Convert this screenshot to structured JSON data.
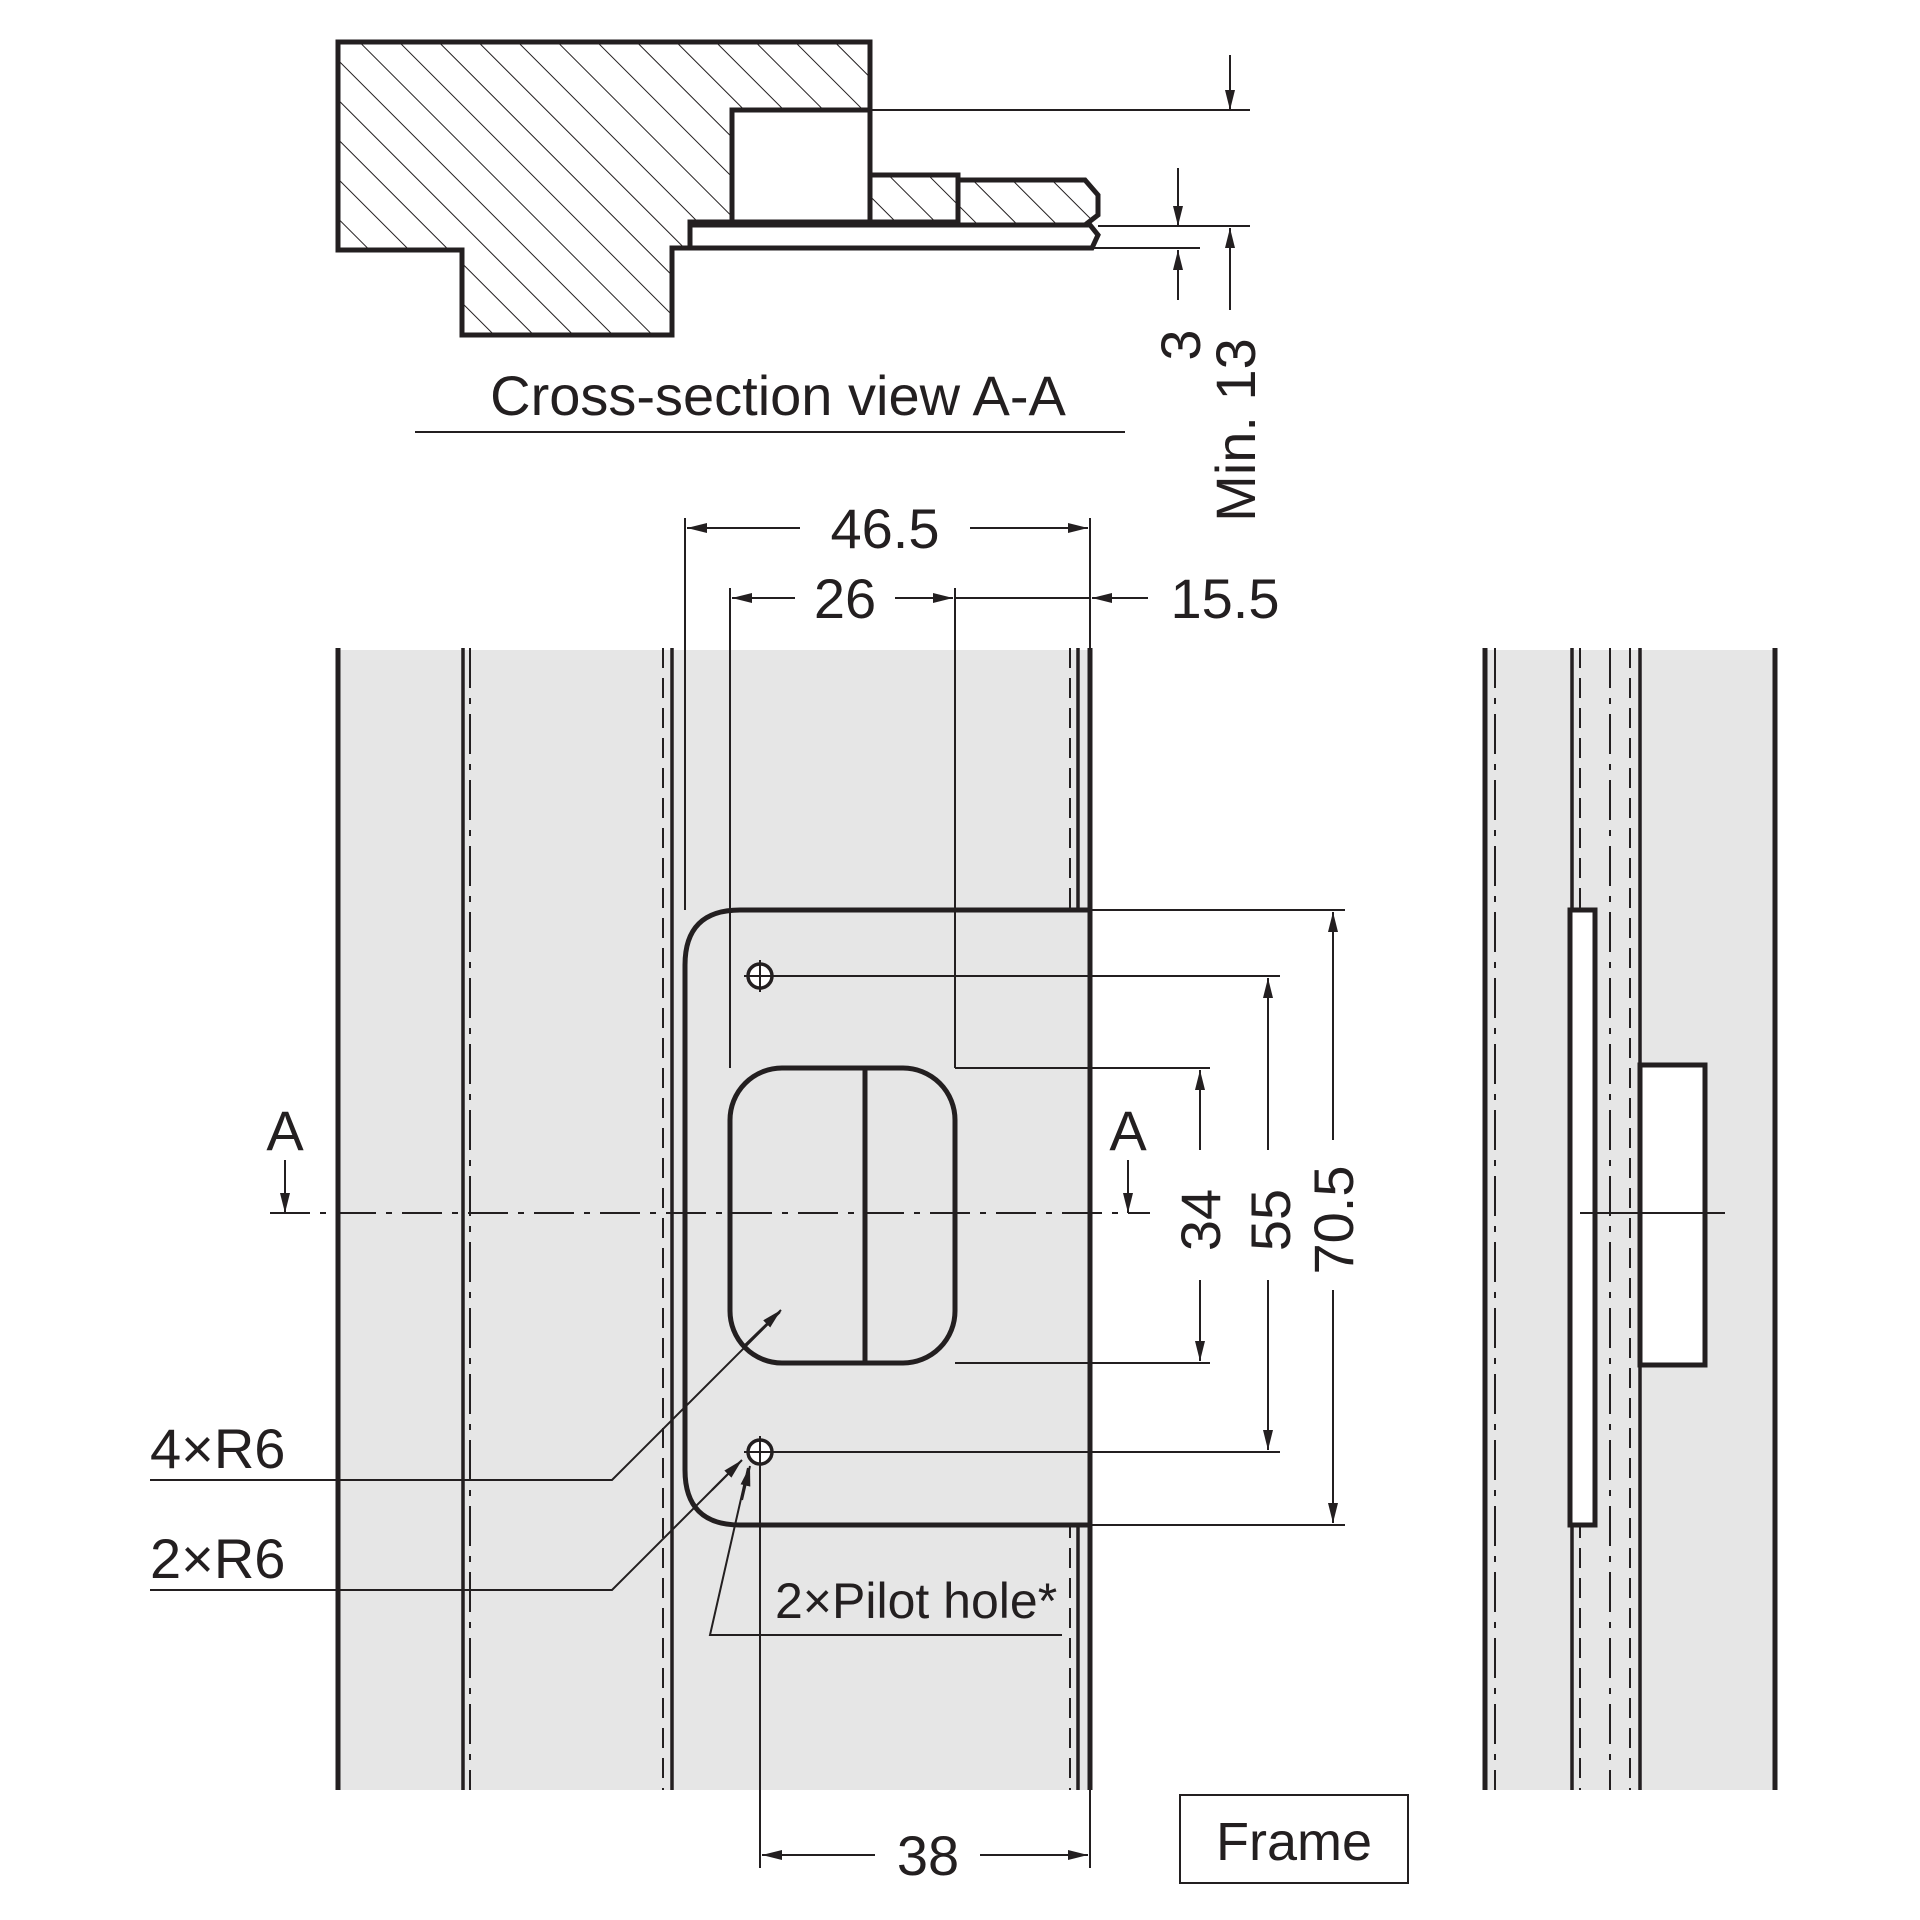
{
  "section": {
    "title": "Cross-section view A-A",
    "dim_depth": "3",
    "dim_min_depth": "Min. 13"
  },
  "front_view": {
    "dim_width_total": "46.5",
    "dim_width_slot": "26",
    "dim_edge_offset": "15.5",
    "dim_slot_height": "34",
    "dim_hole_spacing": "55",
    "dim_plate_height": "70.5",
    "dim_hole_offset": "38",
    "section_mark_left": "A",
    "section_mark_right": "A",
    "callout_corner_radius": "4×R6",
    "callout_plate_radius": "2×R6",
    "callout_pilot_hole": "2×Pilot hole*"
  },
  "label_frame": "Frame",
  "colors": {
    "ink": "#231f20",
    "frame_fill": "#e6e6e6",
    "background": "#ffffff"
  }
}
